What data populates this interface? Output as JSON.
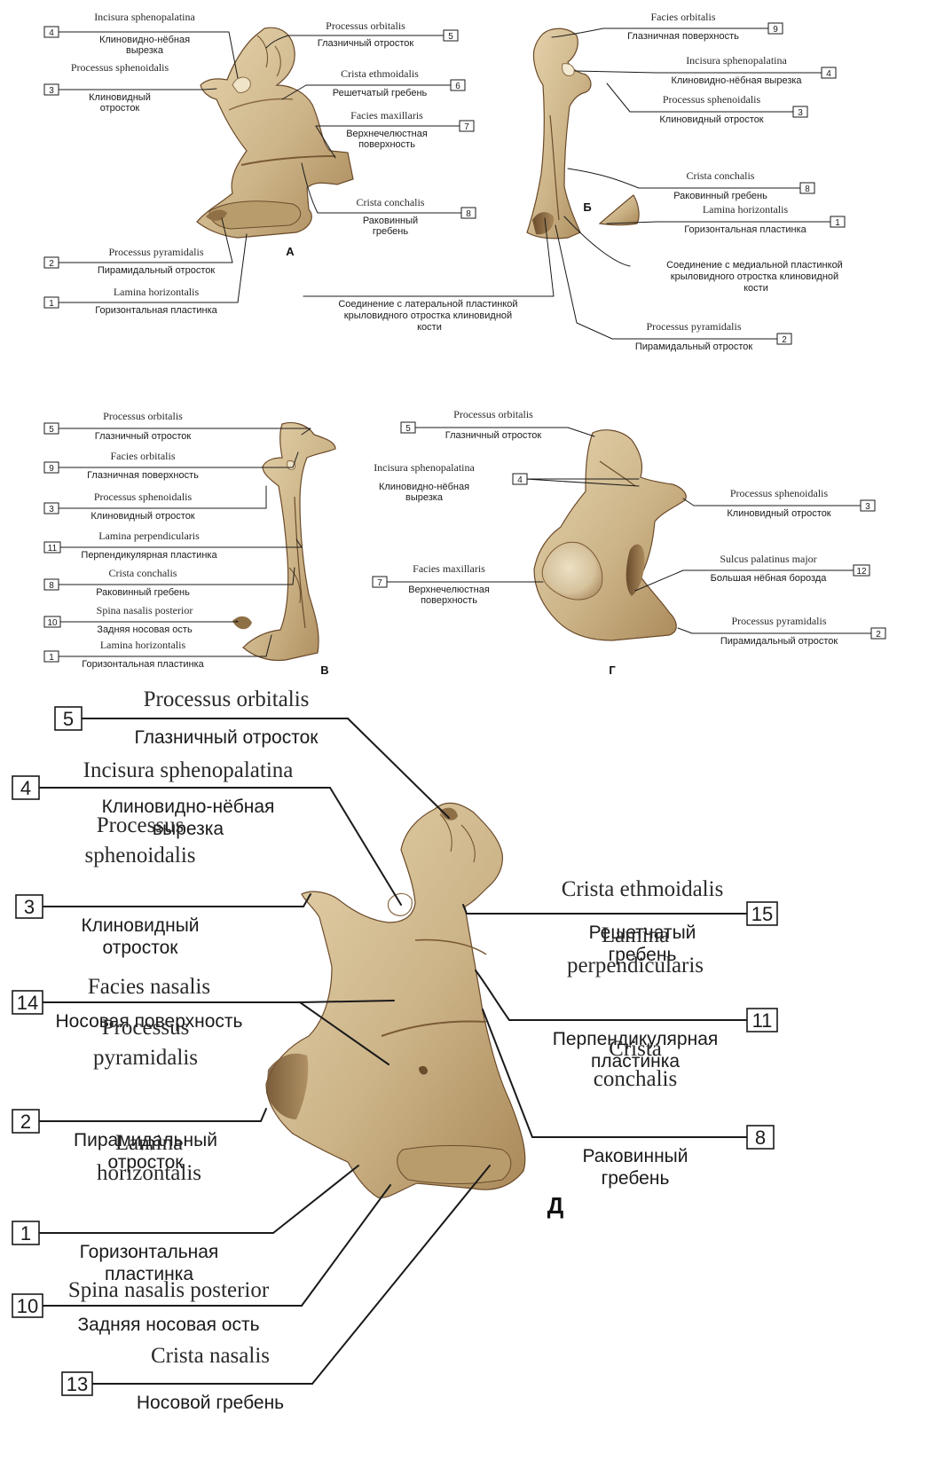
{
  "colors": {
    "bone_light": "#e2cfa8",
    "bone_mid": "#c9b084",
    "bone_dark": "#8f6f46",
    "bone_shadow": "#5e4326",
    "line": "#1a1a1a"
  },
  "panels": [
    {
      "letter": "А",
      "labels": [
        {
          "num": "4",
          "lat": "Incisura sphenopalatina",
          "rus": [
            "Клиновидно-нёбная",
            "вырезка"
          ]
        },
        {
          "num": "3",
          "lat": "Processus sphenoidalis",
          "rus": [
            "Клиновидный",
            "отросток"
          ]
        },
        {
          "num": "5",
          "lat": "Processus orbitalis",
          "rus": [
            "Глазничный отросток"
          ]
        },
        {
          "num": "6",
          "lat": "Crista ethmoidalis",
          "rus": [
            "Решетчатый гребень"
          ]
        },
        {
          "num": "7",
          "lat": "Facies maxillaris",
          "rus": [
            "Верхнечелюстная",
            "поверхность"
          ]
        },
        {
          "num": "8",
          "lat": "Crista conchalis",
          "rus": [
            "Раковинный",
            "гребень"
          ]
        },
        {
          "num": "2",
          "lat": "Processus pyramidalis",
          "rus": [
            "Пирамидальный отросток"
          ]
        },
        {
          "num": "1",
          "lat": "Lamina horizontalis",
          "rus": [
            "Горизонтальная пластинка"
          ]
        }
      ]
    },
    {
      "letter": "Б",
      "labels": [
        {
          "num": "9",
          "lat": "Facies orbitalis",
          "rus": [
            "Глазничная поверхность"
          ]
        },
        {
          "num": "4",
          "lat": "Incisura sphenopalatina",
          "rus": [
            "Клиновидно-нёбная вырезка"
          ]
        },
        {
          "num": "3",
          "lat": "Processus sphenoidalis",
          "rus": [
            "Клиновидный отросток"
          ]
        },
        {
          "num": "8",
          "lat": "Crista conchalis",
          "rus": [
            "Раковинный гребень"
          ]
        },
        {
          "num": "1",
          "lat": "Lamina horizontalis",
          "rus": [
            "Горизонтальная пластинка"
          ]
        },
        {
          "num": "2",
          "lat": "Processus pyramidalis",
          "rus": [
            "Пирамидальный отросток"
          ]
        }
      ],
      "notes": [
        [
          "Соединение с медиальной пластинкой",
          "крыловидного отростка клиновидной",
          "кости"
        ],
        [
          "Соединение с латеральной пластинкой",
          "крыловидного отростка клиновидной",
          "кости"
        ]
      ]
    },
    {
      "letter": "В",
      "labels": [
        {
          "num": "5",
          "lat": "Processus orbitalis",
          "rus": [
            "Глазничный отросток"
          ]
        },
        {
          "num": "9",
          "lat": "Facies orbitalis",
          "rus": [
            "Глазничная поверхность"
          ]
        },
        {
          "num": "3",
          "lat": "Processus sphenoidalis",
          "rus": [
            "Клиновидный отросток"
          ]
        },
        {
          "num": "11",
          "lat": "Lamina perpendicularis",
          "rus": [
            "Перпендикулярная пластинка"
          ]
        },
        {
          "num": "8",
          "lat": "Crista conchalis",
          "rus": [
            "Раковинный гребень"
          ]
        },
        {
          "num": "10",
          "lat": "Spina nasalis posterior",
          "rus": [
            "Задняя носовая ость"
          ]
        },
        {
          "num": "1",
          "lat": "Lamina horizontalis",
          "rus": [
            "Горизонтальная пластинка"
          ]
        }
      ]
    },
    {
      "letter": "Г",
      "labels": [
        {
          "num": "5",
          "lat": "Processus orbitalis",
          "rus": [
            "Глазничный отросток"
          ]
        },
        {
          "num": "4",
          "lat": "Incisura sphenopalatina",
          "rus": [
            "Клиновидно-нёбная",
            "вырезка"
          ]
        },
        {
          "num": "3",
          "lat": "Processus sphenoidalis",
          "rus": [
            "Клиновидный отросток"
          ]
        },
        {
          "num": "12",
          "lat": "Sulcus palatinus major",
          "rus": [
            "Большая нёбная борозда"
          ]
        },
        {
          "num": "7",
          "lat": "Facies maxillaris",
          "rus": [
            "Верхнечелюстная",
            "поверхность"
          ]
        },
        {
          "num": "2",
          "lat": "Processus pyramidalis",
          "rus": [
            "Пирамидальный отросток"
          ]
        }
      ]
    },
    {
      "letter": "Д",
      "labels": [
        {
          "num": "5",
          "lat": "Processus orbitalis",
          "rus": [
            "Глазничный отросток"
          ]
        },
        {
          "num": "4",
          "lat": "Incisura sphenopalatina",
          "rus": [
            "Клиновидно-нёбная",
            "вырезка"
          ]
        },
        {
          "num": "3",
          "lat": "Processus sphenoidalis",
          "rus": [
            "Клиновидный",
            "отросток"
          ]
        },
        {
          "num": "14",
          "lat": "Facies nasalis",
          "rus": [
            "Носовая поверхность"
          ]
        },
        {
          "num": "2",
          "lat": "Processus pyramidalis",
          "rus": [
            "Пирамидальный",
            "отросток"
          ]
        },
        {
          "num": "1",
          "lat": "Lamina horizontalis",
          "rus": [
            "Горизонтальная",
            "пластинка"
          ]
        },
        {
          "num": "10",
          "lat": "Spina nasalis posterior",
          "rus": [
            "Задняя носовая ость"
          ]
        },
        {
          "num": "13",
          "lat": "Crista nasalis",
          "rus": [
            "Носовой гребень"
          ]
        },
        {
          "num": "15",
          "lat": "Crista ethmoidalis",
          "rus": [
            "Решетчатый",
            "гребень"
          ]
        },
        {
          "num": "11",
          "lat": "Lamina perpendicularis",
          "rus": [
            "Перпендикулярная",
            "пластинка"
          ]
        },
        {
          "num": "8",
          "lat": "Crista conchalis",
          "rus": [
            "Раковинный",
            "гребень"
          ]
        }
      ]
    }
  ]
}
